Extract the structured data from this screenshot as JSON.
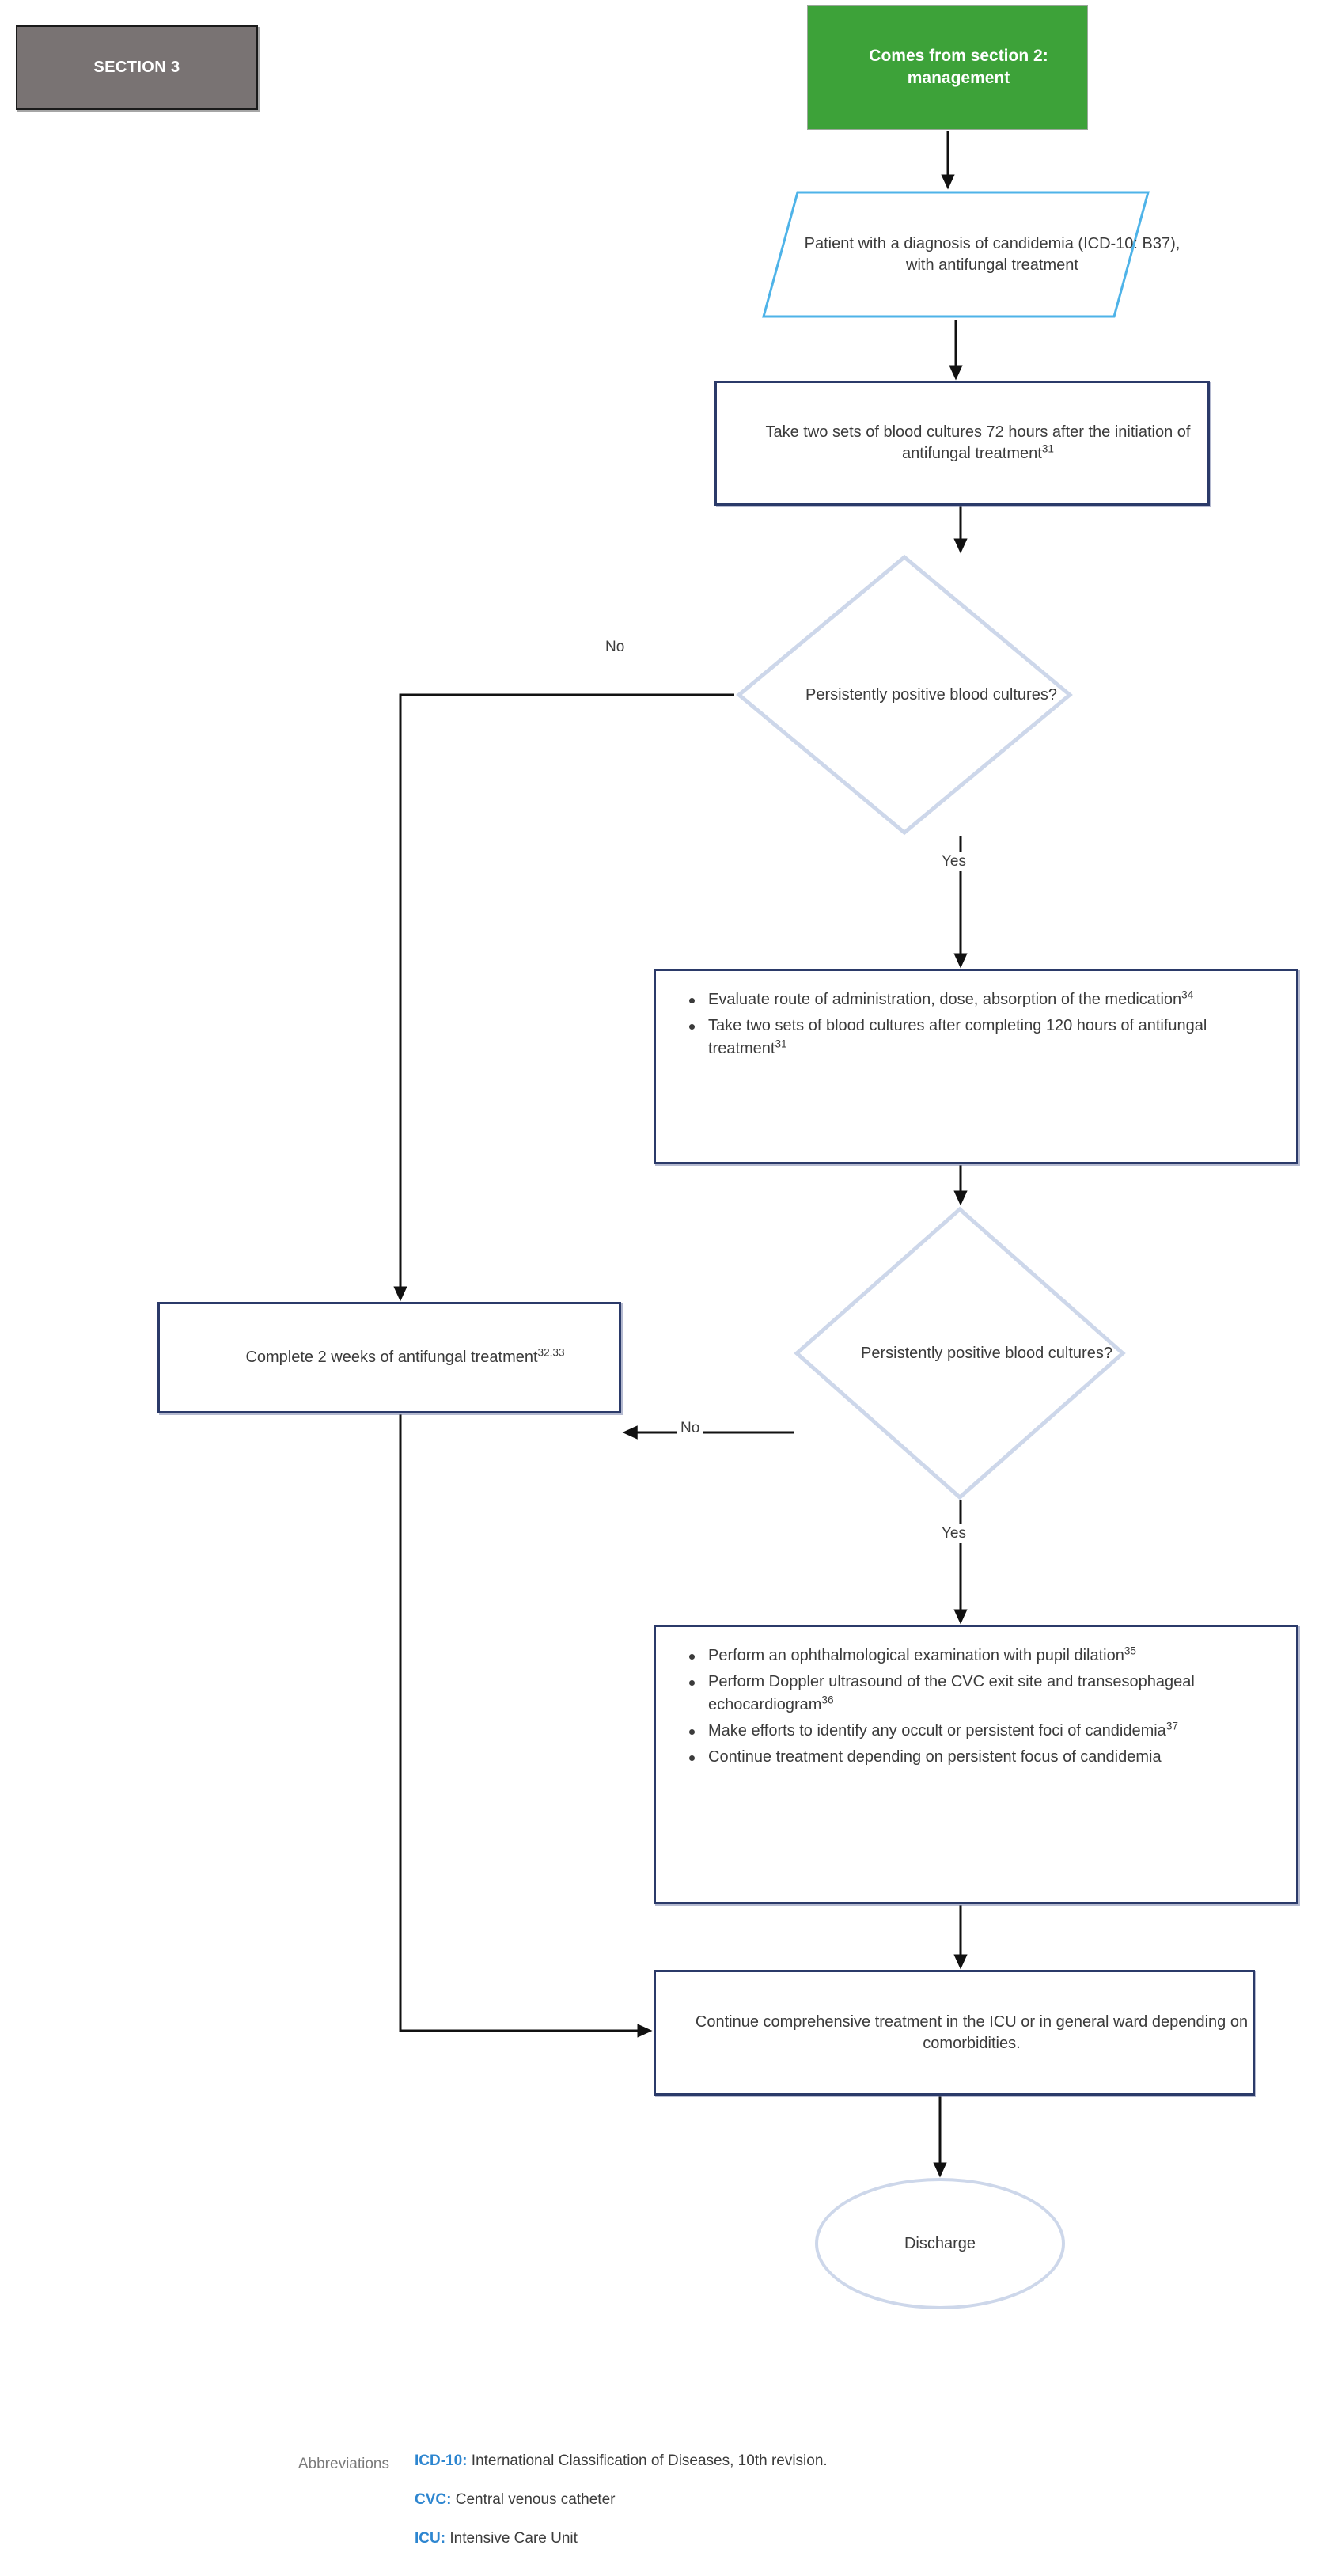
{
  "section_tab": {
    "label": "SECTION 3"
  },
  "colors": {
    "section_tab_bg": "#797373",
    "start_green": "#3da239",
    "process_border": "#2b3a69",
    "decision_border": "#cdd7ea",
    "accent_blue": "#2e86d0",
    "text": "#3b3b3b"
  },
  "nodes": {
    "start": {
      "label": "Comes from section 2: management"
    },
    "patient_input": {
      "label": "Patient with a diagnosis of candidemia (ICD-10: B37), with antifungal treatment"
    },
    "cultures_72h": {
      "label": "Take two sets of blood cultures 72 hours after the initiation of antifungal treatment",
      "ref": "31"
    },
    "decision_1": {
      "label": "Persistently positive blood cultures?"
    },
    "evaluate": {
      "bullets": [
        {
          "text": "Evaluate route of administration, dose, absorption of the medication",
          "ref": "34"
        },
        {
          "text": "Take two sets of blood cultures after completing 120 hours of antifungal treatment",
          "ref": "31"
        }
      ]
    },
    "decision_2": {
      "label": "Persistently positive blood cultures?"
    },
    "complete_2_weeks": {
      "label": "Complete 2 weeks of antifungal treatment",
      "ref": "32,33"
    },
    "workup": {
      "bullets": [
        {
          "text": "Perform an ophthalmological examination with pupil dilation",
          "ref": "35"
        },
        {
          "text": "Perform Doppler ultrasound of the CVC exit site and transesophageal echocardiogram",
          "ref": "36"
        },
        {
          "text": "Make efforts to identify any occult or persistent foci of candidemia",
          "ref": "37"
        },
        {
          "text": "Continue treatment depending on persistent focus of candidemia",
          "ref": ""
        }
      ]
    },
    "continue_treatment": {
      "label": "Continue comprehensive treatment in the ICU or in general ward depending on comorbidities."
    },
    "discharge": {
      "label": "Discharge"
    }
  },
  "edge_labels": {
    "no_1": "No",
    "yes_1": "Yes",
    "no_2": "No",
    "yes_2": "Yes"
  },
  "abbreviations": {
    "heading": "Abbreviations",
    "items": [
      {
        "key": "ICD-10:",
        "value": "International Classification of Diseases, 10th revision."
      },
      {
        "key": "CVC:",
        "value": "Central venous catheter"
      },
      {
        "key": "ICU:",
        "value": "Intensive Care Unit"
      }
    ]
  }
}
